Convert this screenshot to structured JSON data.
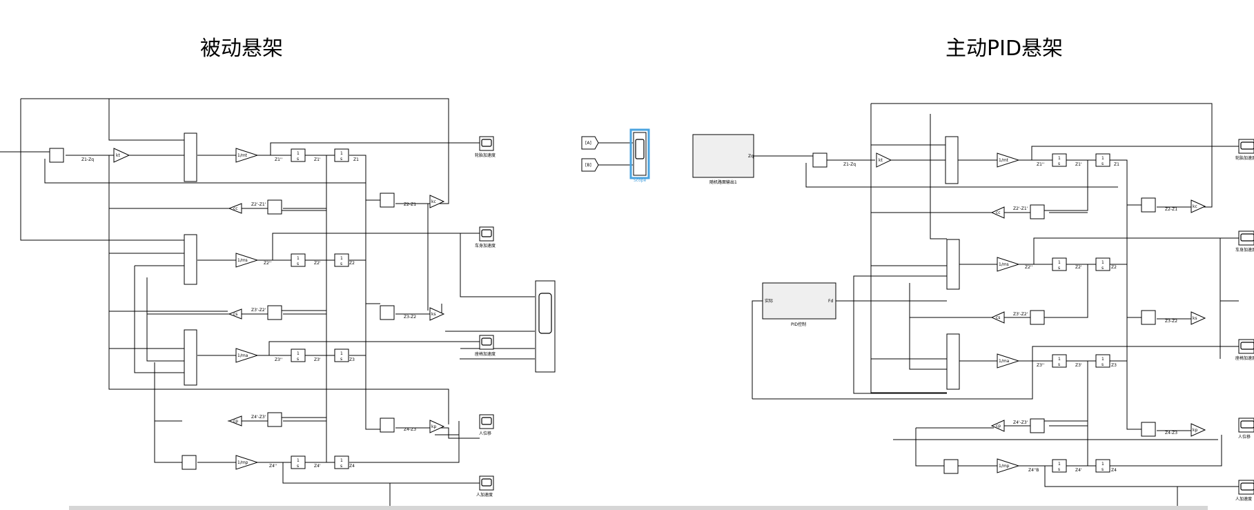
{
  "titles": {
    "passive": "被动悬架",
    "active": "主动PID悬架"
  },
  "signals": {
    "z1_zq": "Z1-Zq",
    "z1dd": "Z1''",
    "z1d": "Z1'",
    "z1": "Z1",
    "z2dd": "Z2''",
    "z2d": "Z2'",
    "z2": "Z2",
    "z3dd": "Z3''",
    "z3d": "Z3'",
    "z3": "Z3",
    "z4dd": "Z4''",
    "z4d": "Z4'",
    "z4": "Z4",
    "z4dd_b": "Z4''B",
    "z2_z1d": "Z2'-Z1'",
    "z3_z2d": "Z3'-Z2'",
    "z4_z3d": "Z4'-Z3'",
    "z2_z1": "Z2-Z1",
    "z3_z2": "Z3-Z2",
    "z4_z3": "Z4-Z3",
    "zq": "Zq",
    "fd": "Fd",
    "input": "实际"
  },
  "gains": {
    "kt": "kt",
    "inv_mt": "1/mt",
    "inv_ms": "1/ms",
    "inv_ma": "1/ma",
    "inv_mp": "1/mp",
    "kc": "kc",
    "ks": "ks",
    "kp": "kp",
    "cc": "cc",
    "cs": "cs",
    "cp": "cp"
  },
  "integrator": {
    "num": "1",
    "den": "s"
  },
  "scopes": {
    "wheel_acc": "轮胎加速度",
    "body_acc": "车身加速度",
    "seat_acc": "座椅加速度",
    "human_disp": "人位移",
    "human_acc": "人加速度"
  },
  "goto": {
    "a": "[A]",
    "b": "[B]"
  },
  "scope_selected": "Scope",
  "road_block": "随机路面输出1",
  "pid_block": "PID控制",
  "colors": {
    "selection": "#4aa3df",
    "subsystem": "#e6e6e6"
  }
}
